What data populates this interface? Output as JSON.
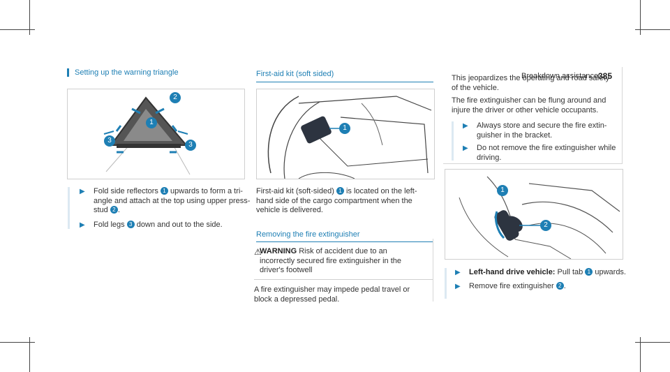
{
  "header": {
    "section": "Breakdown assistance",
    "page": "385"
  },
  "col1": {
    "title": "Setting up the warning triangle",
    "steps": [
      {
        "before": "Fold side reflectors ",
        "num": "1",
        "after": " upwards to form a tri-angle and attach at the top using upper press-stud ",
        "num2": "2",
        "after2": "."
      },
      {
        "before": "Fold legs ",
        "num": "3",
        "after": " down and out to the side."
      }
    ],
    "callouts": [
      "1",
      "2",
      "3",
      "3"
    ]
  },
  "col2": {
    "title": "First-aid kit (soft sided)",
    "callout": "1",
    "para": {
      "before": "First-aid kit (soft-sided) ",
      "num": "1",
      "after": " is located on the left-hand side of the cargo compartment when the vehicle is delivered."
    },
    "title2": "Removing the fire extinguisher",
    "warning": {
      "icon": "warning-triangle-icon",
      "label": "WARNING",
      "text": " Risk of accident due to an incorrectly secured fire extinguisher in the driver's footwell",
      "body": "A fire extinguisher may impede pedal travel or block a depressed pedal."
    }
  },
  "col3": {
    "info1": "This jeopardizes the operating and road safety of the vehicle.",
    "info2": "The fire extinguisher can be flung around and injure the driver or other vehicle occupants.",
    "info_steps": [
      "Always store and secure the fire extin-guisher in the bracket.",
      "Do not remove the fire extinguisher while driving."
    ],
    "callouts": [
      "1",
      "2"
    ],
    "steps": [
      {
        "bold": "Left-hand drive vehicle:",
        "before": " Pull tab ",
        "num": "1",
        "after": " upwards."
      },
      {
        "before": "Remove fire extinguisher ",
        "num": "2",
        "after": "."
      }
    ]
  },
  "colors": {
    "accent": "#1e7fb4",
    "text": "#333333",
    "border": "#cfcfcf"
  }
}
